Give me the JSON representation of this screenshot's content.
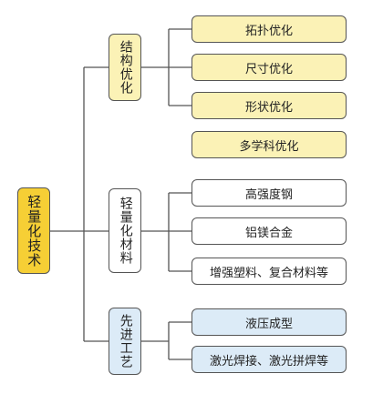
{
  "colors": {
    "root_fill": "#f6cf35",
    "structure_fill": "#fbf2b6",
    "materials_fill": "#ffffff",
    "process_fill": "#dcebf7",
    "line": "#555555"
  },
  "root": {
    "label": "轻量化技术"
  },
  "categories": [
    {
      "label": "结构优化",
      "leaves": [
        "拓扑优化",
        "尺寸优化",
        "形状优化",
        "多学科优化"
      ]
    },
    {
      "label": "轻量化材料",
      "leaves": [
        "高强度钢",
        "铝镁合金",
        "增强塑料、复合材料等"
      ]
    },
    {
      "label": "先进工艺",
      "leaves": [
        "液压成型",
        "激光焊接、激光拼焊等"
      ]
    }
  ]
}
